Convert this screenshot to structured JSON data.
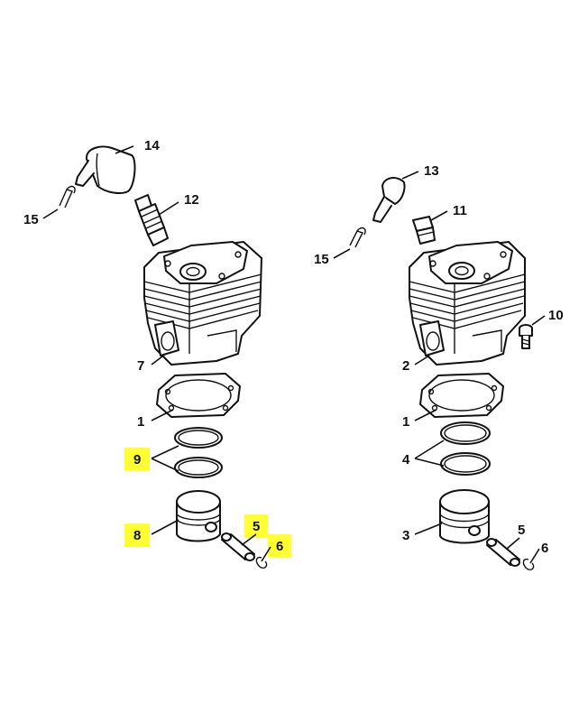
{
  "highlight_color": "#ffff33",
  "left_assembly": {
    "labels": {
      "l14": "14",
      "l15": "15",
      "l12": "12",
      "l7": "7",
      "l1": "1",
      "l9": "9",
      "l8": "8",
      "l5": "5",
      "l6": "6"
    }
  },
  "right_assembly": {
    "labels": {
      "l13": "13",
      "l11": "11",
      "l15": "15",
      "l10": "10",
      "l2": "2",
      "l1": "1",
      "l4": "4",
      "l3": "3",
      "l5": "5",
      "l6": "6"
    }
  }
}
